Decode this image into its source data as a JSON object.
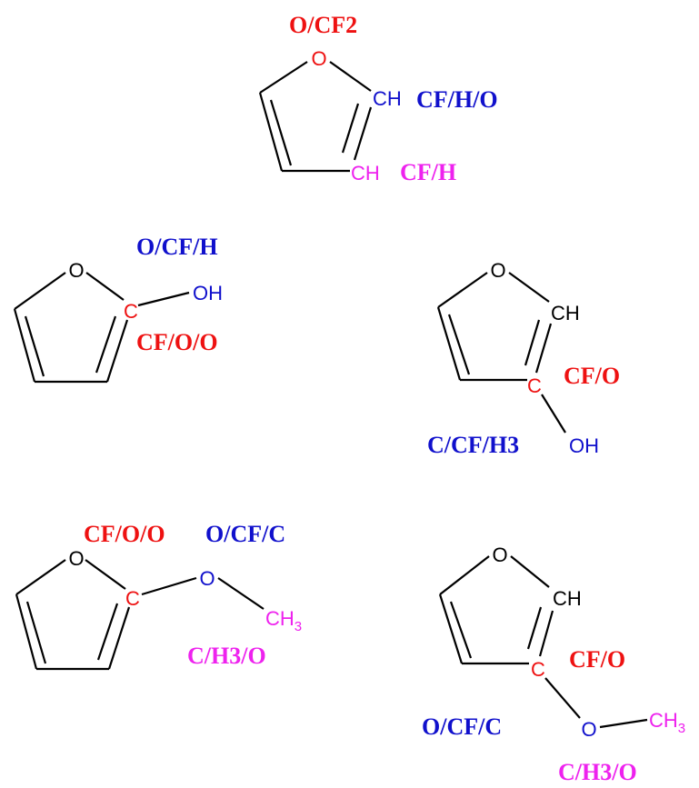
{
  "colors": {
    "bond": "#000000",
    "red": "#ee1111",
    "blue": "#1010cc",
    "magenta": "#ee22ee"
  },
  "molecules": [
    {
      "id": "furan",
      "atoms": {
        "O": "O",
        "C2": "CH",
        "C3": "CH"
      },
      "labels": {
        "oxygen": "O/CF2",
        "c2": "CF/H/O",
        "c3": "CF/H"
      }
    },
    {
      "id": "2-hydroxyfuran",
      "atoms": {
        "O": "O",
        "C2": "C",
        "OH": "OH"
      },
      "labels": {
        "hydroxyl": "O/CF/H",
        "c2": "CF/O/O"
      }
    },
    {
      "id": "3-hydroxyfuran",
      "atoms": {
        "O": "O",
        "C2": "CH",
        "C3": "C",
        "OH": "OH"
      },
      "labels": {
        "c3": "CF/O",
        "hydroxyl": "C/CF/H3"
      }
    },
    {
      "id": "2-methoxyfuran",
      "atoms": {
        "O": "O",
        "C2": "C",
        "Oe": "O",
        "CH3": "CH",
        "sub3": "3"
      },
      "labels": {
        "c2": "CF/O/O",
        "ether_o": "O/CF/C",
        "methyl": "C/H3/O"
      }
    },
    {
      "id": "3-methoxyfuran",
      "atoms": {
        "O": "O",
        "C2": "CH",
        "C3": "C",
        "Oe": "O",
        "CH3": "CH",
        "sub3": "3"
      },
      "labels": {
        "c3": "CF/O",
        "ether_o": "O/CF/C",
        "methyl": "C/H3/O"
      }
    }
  ]
}
